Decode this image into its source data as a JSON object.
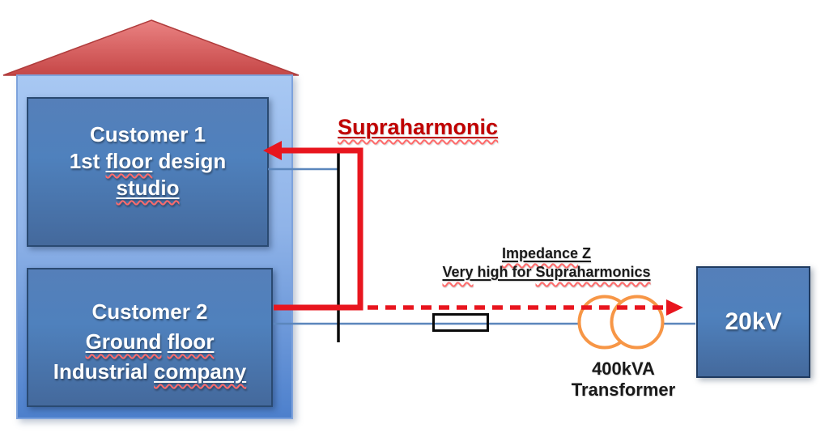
{
  "colors": {
    "box_fill": "#4f81bd",
    "box_border": "#2a4a72",
    "wall_top": "#a8c8f3",
    "wall_bottom": "#4d80cc",
    "wall_border": "#7da2dc",
    "roof_top": "#ea8282",
    "roof_bottom": "#c64747",
    "arrow_red": "#e8151e",
    "title_red": "#c00000",
    "wire_blue": "#5b86bc",
    "transformer_orange": "#f79646",
    "line_black": "#0a0a0a",
    "text_white": "#ffffff",
    "squiggle_red": "#ff6b6b"
  },
  "building": {
    "customer1": {
      "lines": [
        {
          "parts": [
            {
              "t": "Customer 1"
            }
          ]
        },
        {
          "parts": [
            {
              "t": "1st "
            },
            {
              "t": "floor"
            },
            {
              "t": " design"
            }
          ]
        },
        {
          "parts": [
            {
              "t": "studio"
            }
          ]
        }
      ]
    },
    "customer2": {
      "lines": [
        {
          "parts": [
            {
              "t": "Customer 2"
            }
          ]
        },
        {
          "parts": [
            {
              "t": "Ground"
            },
            {
              "t": " "
            },
            {
              "t": "floor"
            }
          ]
        },
        {
          "parts": [
            {
              "t": "Industrial "
            },
            {
              "t": "company"
            }
          ]
        }
      ]
    }
  },
  "annotations": {
    "supraharmonic": "Supraharmonic",
    "impedance": {
      "line1": {
        "parts": [
          {
            "t": "Impedance"
          },
          {
            "t": " Z"
          }
        ]
      },
      "line2": {
        "parts": [
          {
            "t": "Very"
          },
          {
            "t": " high for "
          },
          {
            "t": "Supraharmonics"
          }
        ]
      }
    },
    "transformer": {
      "line1": "400kVA",
      "line2": "Transformer"
    },
    "grid_label": "20kV"
  }
}
